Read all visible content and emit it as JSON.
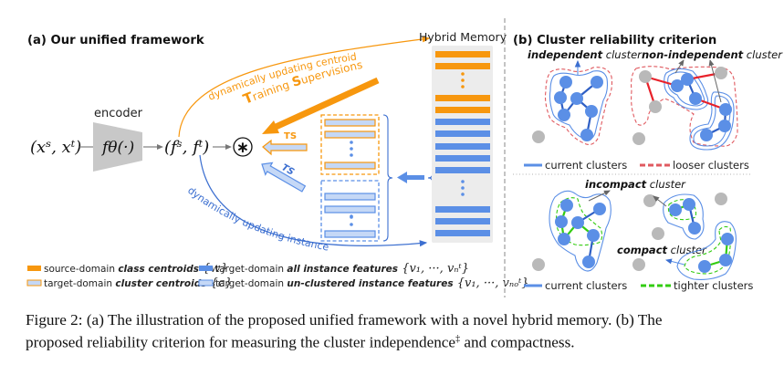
{
  "panel_a": {
    "title": "(a) Our unified framework",
    "encoder_label": "encoder",
    "encoder_fn": "fθ(·)",
    "input": "(xˢ, xᵗ)",
    "features": "(fˢ, fᵗ)",
    "operator": "⊛",
    "hybrid_memory_label": "Hybrid Memory",
    "arrow_centroid_text": "dynamically  updating  centroid",
    "arrow_instance_text": "dynamically  updating  instance",
    "training_supervisions_T": "T",
    "training_supervisions_rest1": "raining ",
    "training_supervisions_S": "S",
    "training_supervisions_rest2": "upervisions",
    "ts_label_orange": "TS",
    "ts_label_blue": "TS",
    "legend": [
      {
        "swatch": "orange-solid",
        "prefix": "source-domain ",
        "emph": "class centroids",
        "math": "{w}"
      },
      {
        "swatch": "blue-solid",
        "prefix": "target-domain ",
        "emph": "all instance features",
        "math": "{v₁, ···, vₙᵗ}"
      },
      {
        "swatch": "orange-outline",
        "prefix": "target-domain ",
        "emph": "cluster centroids",
        "math": "{c}"
      },
      {
        "swatch": "blue-outline",
        "prefix": "target-domain ",
        "emph": "un-clustered instance features",
        "math": "{v₁, ···, vₙₒᵗ}"
      }
    ]
  },
  "panel_b": {
    "title": "(b) Cluster reliability criterion",
    "top": {
      "independent_emph": "independent",
      "independent_rest": " cluster",
      "nonindependent_emph": "non-independent",
      "nonindependent_rest": " cluster",
      "legend_current": "current clusters",
      "legend_looser": "looser clusters"
    },
    "bottom": {
      "incompact_emph": "incompact",
      "incompact_rest": " cluster",
      "compact_emph": "compact",
      "compact_rest": " cluster",
      "legend_current": "current clusters",
      "legend_tighter": "tighter clusters"
    }
  },
  "colors": {
    "orange": "#f7970e",
    "blue": "#5b8fe6",
    "light_blue": "#c5d8f6",
    "red": "#e8212a",
    "green": "#33cc11",
    "gray": "#b9b9b9"
  },
  "caption": {
    "line1": "Figure 2: (a) The illustration of the proposed unified framework with a novel hybrid memory. (b) The",
    "line2_pre": "proposed reliability criterion for measuring the cluster independence",
    "line2_sup": "‡",
    "line2_post": " and compactness."
  }
}
